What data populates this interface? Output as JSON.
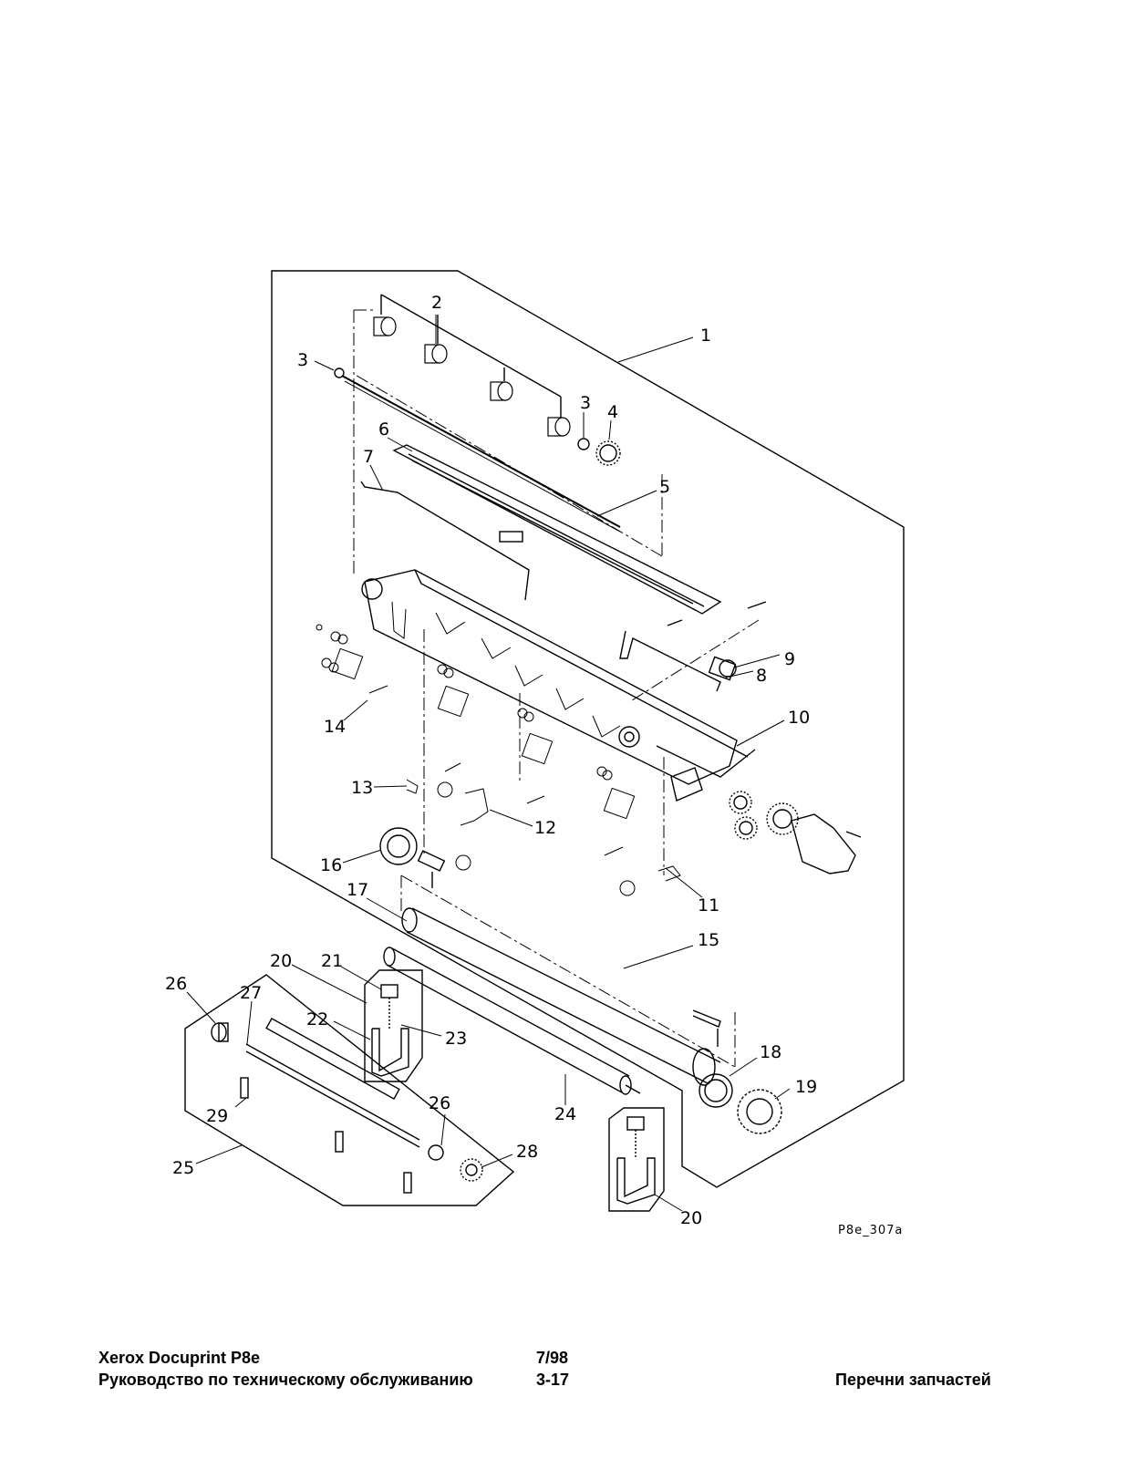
{
  "figure": {
    "id": "P8e_307a",
    "callouts": [
      "1",
      "2",
      "3",
      "3",
      "4",
      "5",
      "6",
      "7",
      "8",
      "9",
      "10",
      "11",
      "12",
      "13",
      "14",
      "15",
      "16",
      "17",
      "18",
      "19",
      "20",
      "20",
      "21",
      "22",
      "23",
      "24",
      "25",
      "26",
      "26",
      "27",
      "28",
      "29"
    ]
  },
  "footer": {
    "product": "Xerox Docuprint P8e",
    "date": "7/98",
    "manual": "Руководство по техническому обслуживанию",
    "page": "3-17",
    "section": "Перечни запчастей"
  }
}
